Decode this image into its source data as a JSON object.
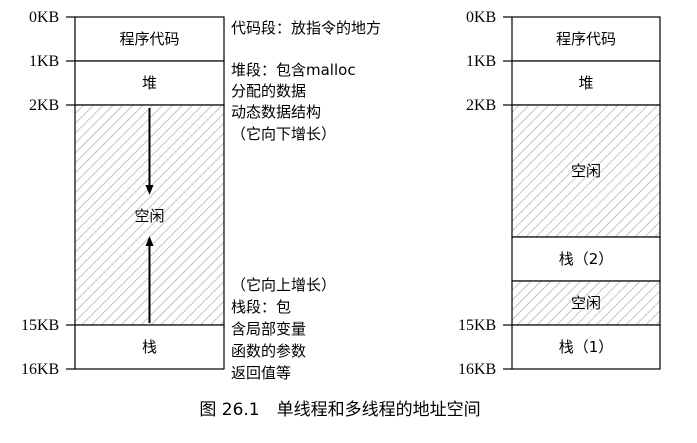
{
  "single_thread": {
    "labels": [
      "0KB",
      "1KB",
      "2KB",
      "15KB",
      "16KB"
    ],
    "segments": {
      "code": "程序代码",
      "heap": "堆",
      "free": "空闲",
      "stack": "栈"
    },
    "annotations": {
      "code_line1": "代码段：放指令的地方",
      "heap_line1": "堆段：包含malloc",
      "heap_line2": "分配的数据",
      "heap_line3": "动态数据结构",
      "heap_line4": "（它向下增长）",
      "stack_line1": "（它向上增长）",
      "stack_line2": "栈段：包",
      "stack_line3": "含局部变量",
      "stack_line4": "函数的参数",
      "stack_line5": "返回值等"
    }
  },
  "multi_thread": {
    "labels": [
      "0KB",
      "1KB",
      "2KB",
      "15KB",
      "16KB"
    ],
    "segments": {
      "code": "程序代码",
      "heap": "堆",
      "free1": "空闲",
      "stack2": "栈（2）",
      "free2": "空闲",
      "stack1": "栈（1）"
    }
  },
  "caption": "图 26.1　单线程和多线程的地址空间"
}
